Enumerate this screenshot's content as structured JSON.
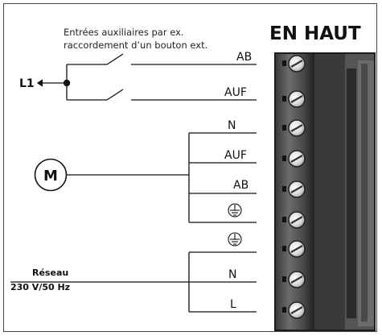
{
  "note": {
    "line1": "Entrées auxiliaires par ex.",
    "line2": "raccordement d’un bouton ext."
  },
  "heading": "EN HAUT",
  "source_l1": "L1",
  "motor_label": "M",
  "mains": {
    "line1": "Réseau",
    "line2": "230 V/50 Hz"
  },
  "terminals": {
    "aux_ab": "AB",
    "aux_auf": "AUF",
    "motor_n": "N",
    "motor_auf": "AUF",
    "motor_ab": "AB",
    "mains_n": "N",
    "mains_l": "L"
  },
  "colors": {
    "line": "#111111",
    "block_dark": "#2a2a2a",
    "block_mid": "#7a7a7a",
    "screw_light": "#e6e6e6"
  },
  "icons": [
    "ground-icon",
    "terminal-screw-icon"
  ]
}
